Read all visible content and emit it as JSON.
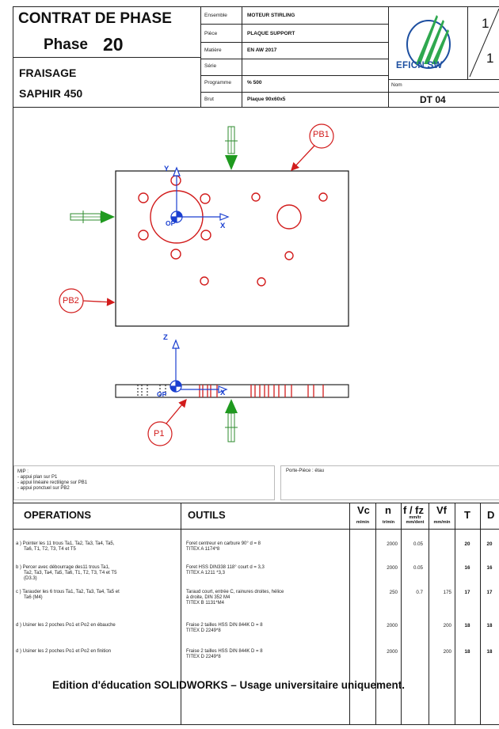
{
  "header": {
    "title": "CONTRAT DE PHASE",
    "phase_label": "Phase",
    "phase_number": "20",
    "machining": "FRAISAGE",
    "machine": "SAPHIR 450",
    "fields": [
      {
        "label": "Ensemble",
        "value": "MOTEUR STIRLING"
      },
      {
        "label": "Pièce",
        "value": "PLAQUE SUPPORT"
      },
      {
        "label": "Matière",
        "value": "EN AW 2017"
      },
      {
        "label": "Série",
        "value": ""
      },
      {
        "label": "Programme",
        "value": "% 500"
      },
      {
        "label": "Brut",
        "value": "Plaque 90x60x5"
      }
    ],
    "logo_text": "EFICN SW",
    "nom_label": "Nom",
    "doc_ref": "DT 04",
    "page_top": "1",
    "page_bottom": "1"
  },
  "drawing": {
    "labels": {
      "pb1": "PB1",
      "pb2": "PB2",
      "p1": "P1",
      "op_top": "OP",
      "op_bottom": "OP",
      "x_top": "X",
      "y_top": "Y",
      "x_bottom": "X",
      "z_bottom": "Z"
    },
    "colors": {
      "hole": "#d21c1c",
      "arrow": "#1f9a1f",
      "support": "#2e8b2e",
      "axis": "#1a3fd0",
      "outline": "#111111"
    }
  },
  "mip": {
    "title": "MIP :",
    "lines": [
      "- appui plan sur P1",
      "- appui linéaire rectiligne sur PB1",
      "- appui ponctuel sur PB2"
    ],
    "porte_piece": "Porte-Pièce : étau"
  },
  "table": {
    "headers": {
      "operations": "OPERATIONS",
      "outils": "OUTILS",
      "vc": "Vc",
      "vc_unit": "m/min",
      "n": "n",
      "n_unit": "tr/min",
      "f": "f / fz",
      "f_unit": "mm/tr mm/dent",
      "vf": "Vf",
      "vf_unit": "mm/min",
      "t": "T",
      "d": "D"
    },
    "rows": [
      {
        "op": [
          "a )  Pointer les 11 trous Ta1, Ta2, Ta3, Ta4, Ta5,",
          "Ta6, T1, T2, T3, T4 et T5"
        ],
        "tool": [
          "Foret centreur en carbure 90° d = 8",
          "TITEX A 1174*8"
        ],
        "vc": "",
        "n": "2000",
        "f": "0.05",
        "vf": "",
        "t": "20",
        "d": "20"
      },
      {
        "op": [
          "b )  Percer avec débourrage des11 trous Ta1,",
          "Ta2, Ta3, Ta4, Ta5, Ta6, T1, T2, T3, T4 et T5",
          "(D3.3)"
        ],
        "tool": [
          "Foret HSS DIN338 118° court d = 3,3",
          "TITEX A 1211 *3,3"
        ],
        "vc": "",
        "n": "2000",
        "f": "0.05",
        "vf": "",
        "t": "16",
        "d": "16"
      },
      {
        "op": [
          "c )  Tarauder les 6 trous Ta1, Ta2, Ta3, Ta4, Ta5 et",
          "Ta6 (M4)"
        ],
        "tool": [
          "Taraud court, entrée C, rainures droites, hélice",
          "à droite, DIN 352 M4",
          "TITEX B 1131*M4"
        ],
        "vc": "",
        "n": "250",
        "f": "0.7",
        "vf": "175",
        "t": "17",
        "d": "17"
      },
      {
        "op": [
          "d )  Usiner les 2 poches Po1 et Po2 en ébauche"
        ],
        "tool": [
          "Fraise 2 tailles HSS DIN 844K D = 8",
          "TITEX D 2249*8"
        ],
        "vc": "",
        "n": "2000",
        "f": "",
        "vf": "200",
        "t": "18",
        "d": "18"
      },
      {
        "op": [
          "d )  Usiner les 2 poches Po1 et Po2 en finition"
        ],
        "tool": [
          "Fraise 2 tailles HSS DIN 844K D = 8",
          "TITEX D 2249*8"
        ],
        "vc": "",
        "n": "2000",
        "f": "",
        "vf": "200",
        "t": "18",
        "d": "18"
      }
    ]
  },
  "footer": {
    "watermark": "Edition d'éducation SOLIDWORKS – Usage universitaire uniquement."
  }
}
